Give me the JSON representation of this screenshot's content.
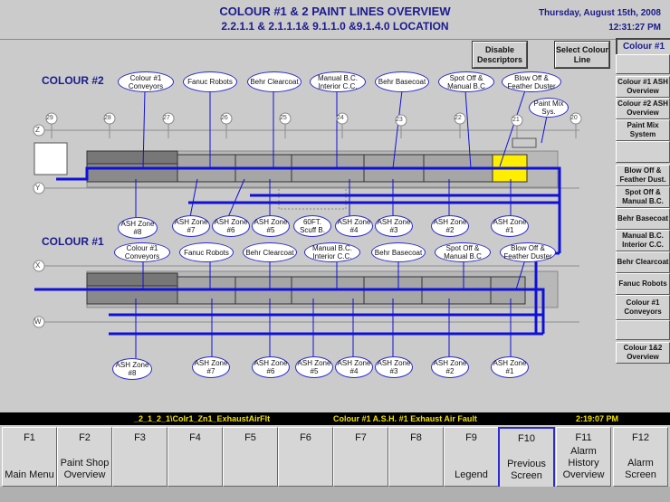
{
  "header": {
    "title_line1": "COLOUR #1 & 2 PAINT LINES OVERVIEW",
    "title_line2": "2.2.1.1 & 2.1.1.1& 9.1.1.0 &9.1.4.0 LOCATION",
    "date": "Thursday, August 15th, 2008",
    "time": "12:31:27 PM"
  },
  "toolbar": {
    "disable_descriptors": "Disable Descriptors",
    "select_colour_line": "Select Colour Line"
  },
  "sidebar": {
    "items": [
      {
        "label": "Colour #1",
        "active": true
      },
      {
        "label": "",
        "active": false
      },
      {
        "label": "Colour #1 ASH Overview"
      },
      {
        "label": "Colour #2 ASH Overview"
      },
      {
        "label": "Paint Mix System"
      },
      {
        "label": ""
      },
      {
        "label": "Blow Off & Feather Dust."
      },
      {
        "label": "Spot Off & Manual B.C."
      },
      {
        "label": "Behr Basecoat"
      },
      {
        "label": "Manual B.C. Interior C.C."
      },
      {
        "label": "Behr Clearcoat"
      },
      {
        "label": "Fanuc Robots"
      },
      {
        "label": "Colour #1 Conveyors"
      },
      {
        "label": ""
      },
      {
        "label": "Colour 1&2 Overview"
      }
    ]
  },
  "colour2": {
    "label": "COLOUR #2",
    "top_labels": [
      "Colour #1 Conveyors",
      "Fanuc Robots",
      "Behr Clearcoat",
      "Manual B.C. Interior C.C.",
      "Behr Basecoat",
      "Spot Off & Manual B.C",
      "Blow Off & Feather Duster"
    ],
    "paint_mix": "Paint Mix Sys.",
    "zones": [
      "ASH Zone #8",
      "ASH Zone #7",
      "ASH Zone #6",
      "ASH Zone #5",
      "60FT. Scuff B.",
      "ASH Zone #4",
      "ASH Zone #3",
      "ASH Zone #2",
      "ASH Zone #1"
    ],
    "columns": [
      "29",
      "28",
      "27",
      "26",
      "25",
      "24",
      "23",
      "22",
      "21",
      "20"
    ],
    "row_z": "Z",
    "row_y": "Y"
  },
  "colour1": {
    "label": "COLOUR #1",
    "top_labels": [
      "Colour #1 Conveyors",
      "Fanuc Robots",
      "Behr Clearcoat",
      "Manual B.C. Interior C.C.",
      "Behr Basecoat",
      "Spot Off & Manual B.C",
      "Blow Off & Feather Duster"
    ],
    "zones": [
      "ASH Zone #8",
      "ASH Zone #7",
      "ASH Zone #6",
      "ASH Zone #5",
      "ASH Zone #4",
      "ASH Zone #3",
      "ASH Zone #2",
      "ASH Zone #1"
    ],
    "row_x": "X",
    "row_w": "W"
  },
  "status": {
    "tag": "_2_1_2_1\\Colr1_Zn1_ExhaustAirFlt",
    "message": "Colour #1 A.S.H. #1 Exhaust Air Fault",
    "time": "2:19:07 PM"
  },
  "fkeys": [
    {
      "key": "F1",
      "label": "Main Menu"
    },
    {
      "key": "F2",
      "label": "Paint Shop Overview"
    },
    {
      "key": "F3",
      "label": ""
    },
    {
      "key": "F4",
      "label": ""
    },
    {
      "key": "F5",
      "label": ""
    },
    {
      "key": "F6",
      "label": ""
    },
    {
      "key": "F7",
      "label": ""
    },
    {
      "key": "F8",
      "label": ""
    },
    {
      "key": "F9",
      "label": "Legend"
    },
    {
      "key": "F10",
      "label": "Previous Screen",
      "selected": true
    },
    {
      "key": "F11",
      "label": "Alarm History Overview"
    },
    {
      "key": "F12",
      "label": "Alarm Screen"
    }
  ],
  "colors": {
    "pipe": "#1010d8",
    "booth": "#a6a6a6",
    "active_booth": "#ffee00",
    "title": "#1b1b8e"
  }
}
